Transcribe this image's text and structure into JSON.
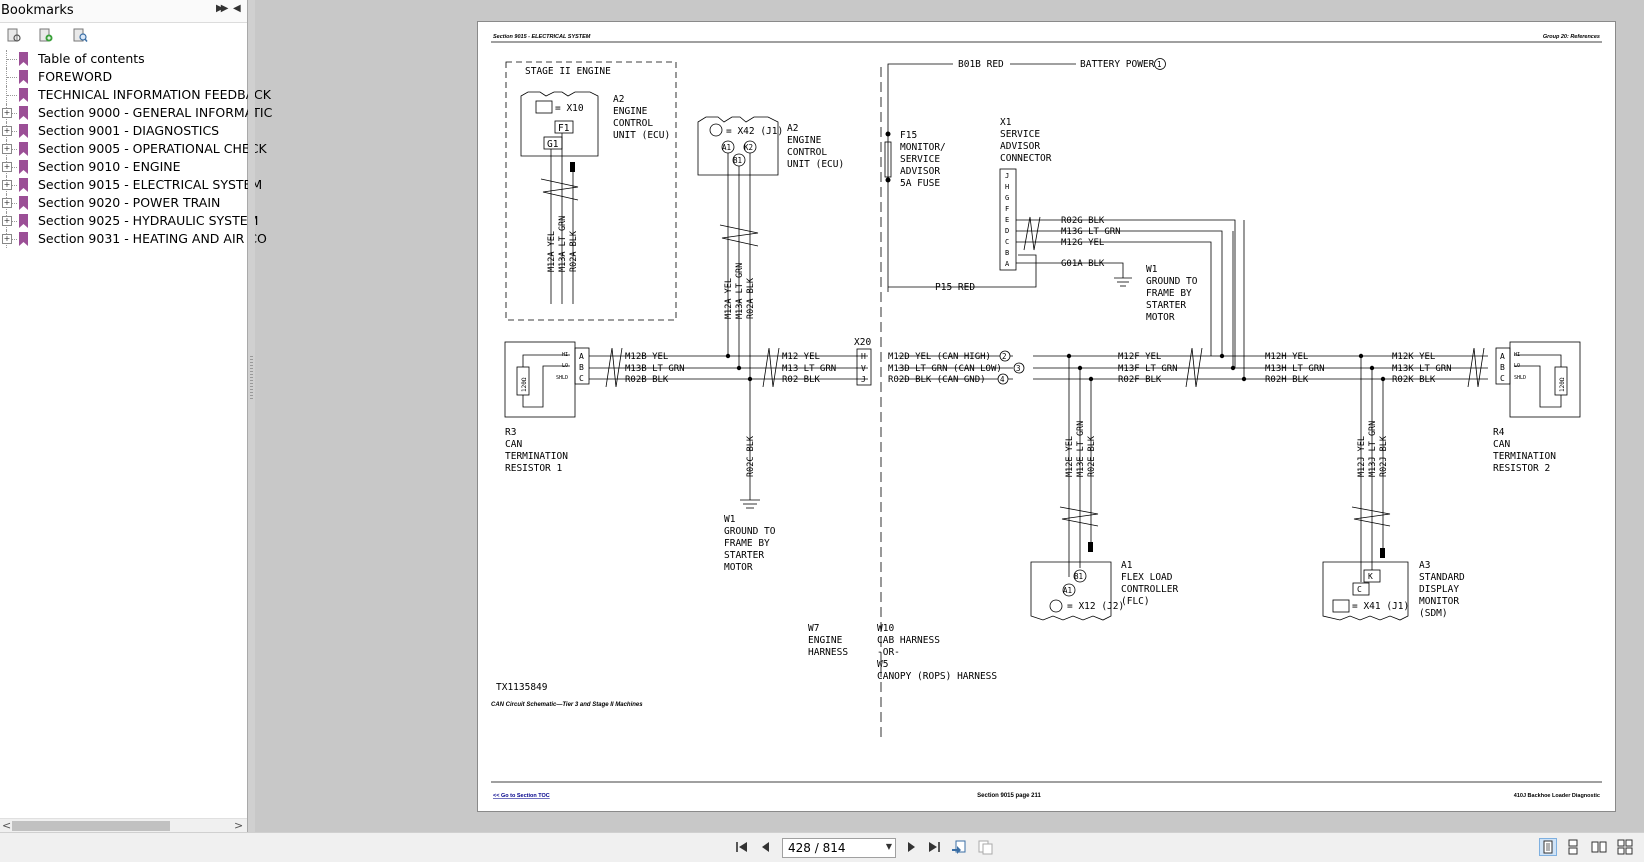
{
  "sidebar": {
    "title": "Bookmarks",
    "items": [
      {
        "label": "Table of contents",
        "expandable": false
      },
      {
        "label": "FOREWORD",
        "expandable": false
      },
      {
        "label": "TECHNICAL INFORMATION FEEDBACK",
        "expandable": false
      },
      {
        "label": "Section 9000 - GENERAL INFORMATIC",
        "expandable": true
      },
      {
        "label": "Section 9001 - DIAGNOSTICS",
        "expandable": true
      },
      {
        "label": "Section 9005 - OPERATIONAL CHECK",
        "expandable": true
      },
      {
        "label": "Section 9010 - ENGINE",
        "expandable": true
      },
      {
        "label": "Section 9015 - ELECTRICAL SYSTEM",
        "expandable": true
      },
      {
        "label": "Section 9020 - POWER TRAIN",
        "expandable": true
      },
      {
        "label": "Section 9025 - HYDRAULIC SYSTEM",
        "expandable": true
      },
      {
        "label": "Section 9031 - HEATING AND AIR CO",
        "expandable": true
      }
    ]
  },
  "page": {
    "header_left": "Section 9015 - ELECTRICAL SYSTEM",
    "header_right": "Group 20: References",
    "figure_id": "TX1135849",
    "caption": "CAN Circuit Schematic—Tier 3 and Stage II Machines",
    "footer_left": "<< Go to Section TOC",
    "footer_center": "Section 9015 page 211",
    "footer_right": "410J Backhoe Loader Diagnostic"
  },
  "schematic": {
    "stage2_box": "STAGE II ENGINE",
    "a2_left": [
      "A2",
      "ENGINE",
      "CONTROL",
      "UNIT (ECU)"
    ],
    "a2_left_conn": "= X10",
    "a2_left_f1": "F1",
    "a2_left_g1": "G1",
    "a2_left_wires": [
      "M12A YEL",
      "M13A LT GRN",
      "R02A BLK"
    ],
    "a2_mid": [
      "A2",
      "ENGINE",
      "CONTROL",
      "UNIT (ECU)"
    ],
    "a2_mid_conn": "= X42 (J1)",
    "a2_mid_pins": [
      "A1",
      "K2",
      "B1"
    ],
    "a2_mid_wires": [
      "M12A YEL",
      "M13A LT GRN",
      "R02A BLK"
    ],
    "r3_pins": [
      "A",
      "B",
      "C"
    ],
    "r3_inner": [
      "HI",
      "LO",
      "SHLD"
    ],
    "r3_res": "120Ω",
    "r3_label": [
      "R3",
      "CAN",
      "TERMINATION",
      "RESISTOR 1"
    ],
    "bus_b": [
      "M12B YEL",
      "M13B LT GRN",
      "R02B BLK"
    ],
    "bus_main": [
      "M12 YEL",
      "M13 LT GRN",
      "R02 BLK"
    ],
    "x20_label": "X20",
    "x20_pins": [
      "H",
      "V",
      "J"
    ],
    "bus_d": [
      "M12D YEL (CAN HIGH)",
      "M13D LT GRN (CAN LOW)",
      "R02D BLK (CAN GND)"
    ],
    "bus_d_marks": [
      "2",
      "3",
      "4"
    ],
    "bus_f": [
      "M12F YEL",
      "M13F LT GRN",
      "R02F BLK"
    ],
    "bus_h": [
      "M12H YEL",
      "M13H LT GRN",
      "R02H BLK"
    ],
    "bus_k": [
      "M12K YEL",
      "M13K LT GRN",
      "R02K BLK"
    ],
    "r02c": "R02C BLK",
    "w1_left": [
      "W1",
      "GROUND TO",
      "FRAME BY",
      "STARTER",
      "MOTOR"
    ],
    "b01b": "B01B RED",
    "battery": "BATTERY POWER",
    "battery_mark": "1",
    "f15": [
      "F15",
      "MONITOR/",
      "SERVICE",
      "ADVISOR",
      "5A FUSE"
    ],
    "p15": "P15 RED",
    "x1": [
      "X1",
      "SERVICE",
      "ADVISOR",
      "CONNECTOR"
    ],
    "x1_pins": [
      "J",
      "H",
      "G",
      "F",
      "E",
      "D",
      "C",
      "B",
      "A"
    ],
    "x1_wires": [
      "R02G BLK",
      "M13G LT GRN",
      "M12G YEL",
      "G01A BLK"
    ],
    "w1_right": [
      "W1",
      "GROUND TO",
      "FRAME BY",
      "STARTER",
      "MOTOR"
    ],
    "a1_wires": [
      "M12E YEL",
      "M13E LT GRN",
      "R02E BLK"
    ],
    "a1_pins": [
      "B1",
      "A1"
    ],
    "a1_conn": "= X12 (J2)",
    "a1_label": [
      "A1",
      "FLEX LOAD",
      "CONTROLLER",
      "(FLC)"
    ],
    "a3_wires": [
      "M12J YEL",
      "M13J LT GRN",
      "R02J BLK"
    ],
    "a3_pins": [
      "K",
      "C"
    ],
    "a3_conn": "= X41 (J1)",
    "a3_label": [
      "A3",
      "STANDARD",
      "DISPLAY",
      "MONITOR",
      "(SDM)"
    ],
    "r4_label": [
      "R4",
      "CAN",
      "TERMINATION",
      "RESISTOR 2"
    ],
    "w7": [
      "W7",
      "ENGINE",
      "HARNESS"
    ],
    "w10": [
      "W10",
      "CAB HARNESS",
      "-OR-",
      "W5",
      "CANOPY (ROPS) HARNESS"
    ]
  },
  "nav": {
    "page_indicator": "428 / 814"
  }
}
